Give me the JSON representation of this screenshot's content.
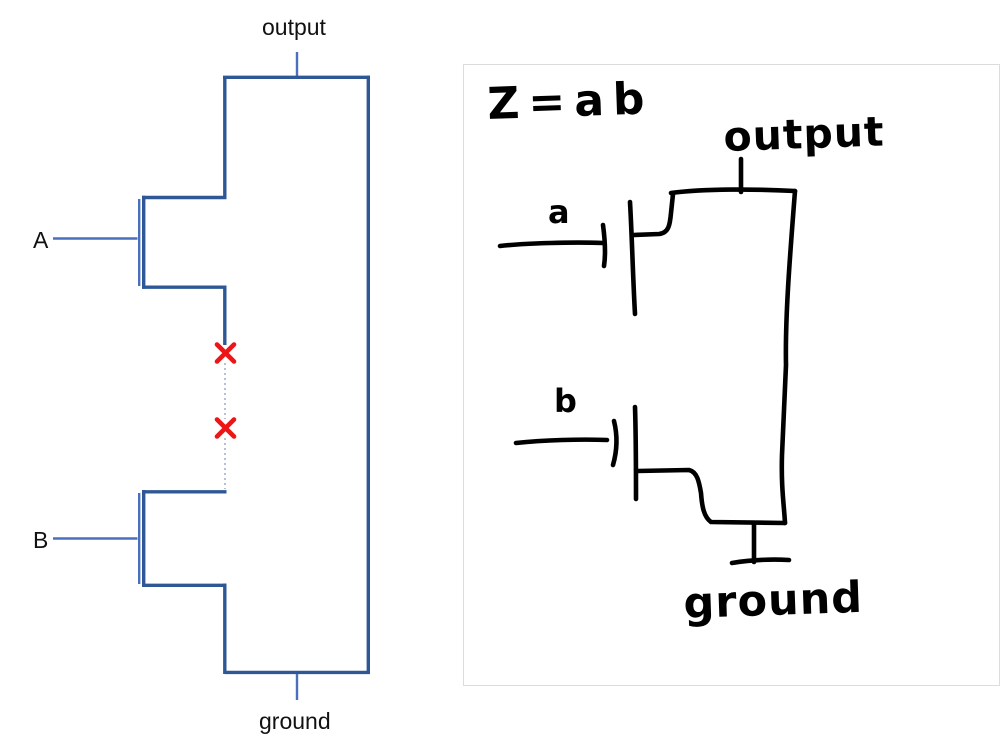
{
  "left_diagram": {
    "labels": {
      "output": "output",
      "input_a": "A",
      "input_b": "B",
      "ground": "ground"
    },
    "colors": {
      "wire": "#2f5795",
      "wire_light": "#4a6fbe",
      "break_x": "#ee1516",
      "label_text": "#111111"
    },
    "break_mark_count": 2
  },
  "right_sketch": {
    "equation": "Z=ab",
    "labels": {
      "output": "output",
      "gate_a": "a",
      "gate_b": "b",
      "ground": "ground"
    },
    "colors": {
      "ink": "#000000",
      "background": "#ffffff"
    }
  }
}
